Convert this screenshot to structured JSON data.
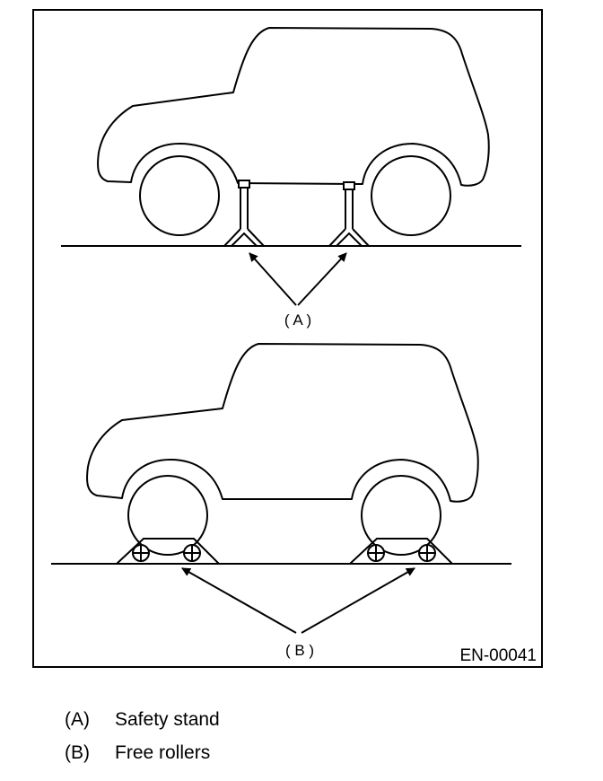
{
  "figure": {
    "code": "EN-00041",
    "callout_a": "( A )",
    "callout_b": "( B )"
  },
  "legend": [
    {
      "key": "(A)",
      "text": "Safety stand"
    },
    {
      "key": "(B)",
      "text": "Free rollers"
    }
  ]
}
